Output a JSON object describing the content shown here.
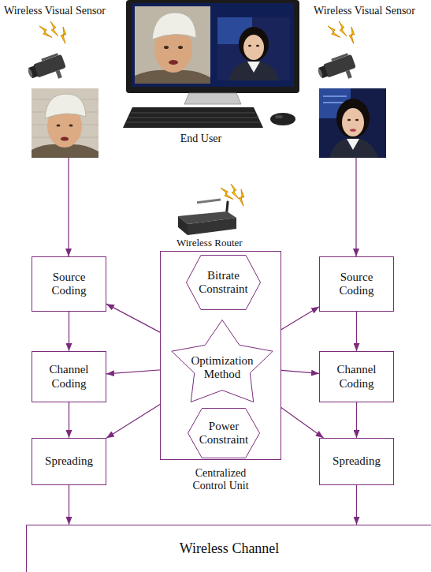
{
  "diagram": {
    "nodes": [
      {
        "text": [
          "Centralized Control Unit"
        ]
      },
      {
        "text": [
          "Bitrate Constraint"
        ],
        "in": 0
      },
      {
        "text": [
          "Source Coding"
        ]
      },
      {
        "text": [
          "Source Coding"
        ]
      },
      {
        "text": [
          "Optimization Method"
        ],
        "in": 0
      },
      {
        "text": [
          "Channel Coding"
        ]
      },
      {
        "text": [
          "Channel Coding"
        ]
      },
      {
        "text": [
          "Power Constraint"
        ],
        "in": 0
      },
      {
        "text": [
          "Spreading"
        ]
      },
      {
        "text": [
          "Spreading"
        ]
      },
      {
        "text": [
          "Wireless Channel"
        ]
      }
    ],
    "edges": [
      {
        "from": 2,
        "to": 5,
        "arrow": "to"
      },
      {
        "from": 5,
        "to": 8,
        "arrow": "to"
      },
      {
        "from": 8,
        "to": 10,
        "arrow": "to"
      },
      {
        "from": 3,
        "to": 6,
        "arrow": "to"
      },
      {
        "from": 6,
        "to": 9,
        "arrow": "to"
      },
      {
        "from": 9,
        "to": 10,
        "arrow": "to"
      },
      {
        "from": 1,
        "to": 4,
        "arrow": "to"
      },
      {
        "from": 7,
        "to": 4,
        "arrow": "to"
      },
      {
        "from": 4,
        "to": 2,
        "arrow": "both"
      },
      {
        "from": 4,
        "to": 5,
        "arrow": "both"
      },
      {
        "from": 4,
        "to": 8,
        "arrow": "both"
      },
      {
        "from": 4,
        "to": 3,
        "arrow": "both"
      },
      {
        "from": 4,
        "to": 6,
        "arrow": "both"
      },
      {
        "from": 4,
        "to": 9,
        "arrow": "both"
      }
    ],
    "labels": [
      "Wireless Visual Sensor",
      "End User",
      "Wireless Visual Sensor",
      "Wireless Router"
    ]
  }
}
